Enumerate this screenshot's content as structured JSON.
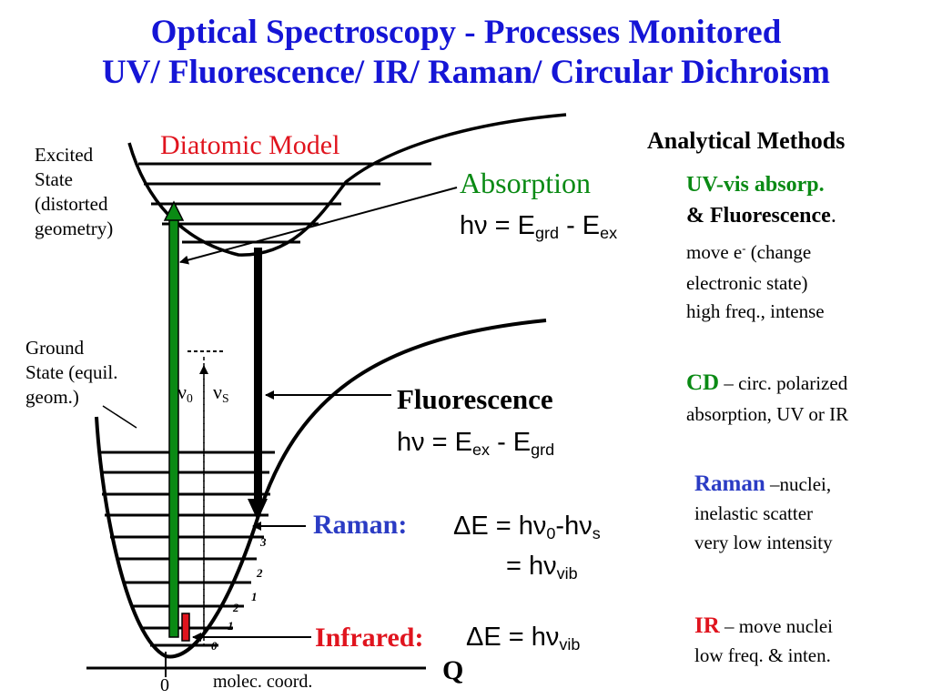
{
  "colors": {
    "title": "#1515d6",
    "red": "#e0141e",
    "green": "#0a8a14",
    "blue": "#2b3cc4",
    "black": "#000000"
  },
  "title": {
    "line1": "Optical Spectroscopy - Processes Monitored",
    "line2": "UV/ Fluorescence/ IR/ Raman/ Circular Dichroism"
  },
  "diagram": {
    "model_title": "Diatomic Model",
    "excited_label": [
      "Excited",
      "State",
      "(distorted",
      "geometry)"
    ],
    "ground_label": [
      "Ground",
      "State (equil.",
      "geom.)"
    ],
    "nu0": {
      "base": "ν",
      "sub": "0"
    },
    "nuS": {
      "base": "ν",
      "sub": "S"
    },
    "x_axis": {
      "zero": "0",
      "label": "molec. coord.",
      "q": "Q"
    },
    "level_marks": [
      "3",
      "2",
      "1",
      "2",
      "1",
      "0"
    ]
  },
  "processes": {
    "absorption": {
      "title": "Absorption",
      "eq_a": "hν = E",
      "sub1": "grd",
      "eq_b": " - E",
      "sub2": "ex"
    },
    "fluorescence": {
      "title": "Fluorescence",
      "eq_a": "hν = E",
      "sub1": "ex",
      "eq_b": " - E",
      "sub2": "grd"
    },
    "raman": {
      "title": "Raman:",
      "eq_a": "ΔE = hν",
      "sub1": "0",
      "eq_b": "-hν",
      "sub2": "s",
      "eq2_a": "= hν",
      "eq2_sub": "vib"
    },
    "infrared": {
      "title": "Infrared:",
      "eq_a": "ΔE = hν",
      "sub1": "vib"
    }
  },
  "methods": {
    "heading": "Analytical Methods",
    "uvvis": {
      "line1": "UV-vis absorp.",
      "line2": "& Fluorescence",
      "line2_tail": ".",
      "line3_a": "move e",
      "line3_sup": "-",
      "line3_b": " (change",
      "line4": "electronic state)",
      "line5": "high freq., intense"
    },
    "cd": {
      "name": "CD",
      "dash": " – ",
      "line1": "circ. polarized",
      "line2": "absorption, UV or IR"
    },
    "raman": {
      "name": "Raman",
      "line1": " –nuclei,",
      "line2": "inelastic scatter",
      "line3": "very low intensity"
    },
    "ir": {
      "name": "IR",
      "line1": " – move nuclei",
      "line2": "low freq. & inten."
    }
  }
}
